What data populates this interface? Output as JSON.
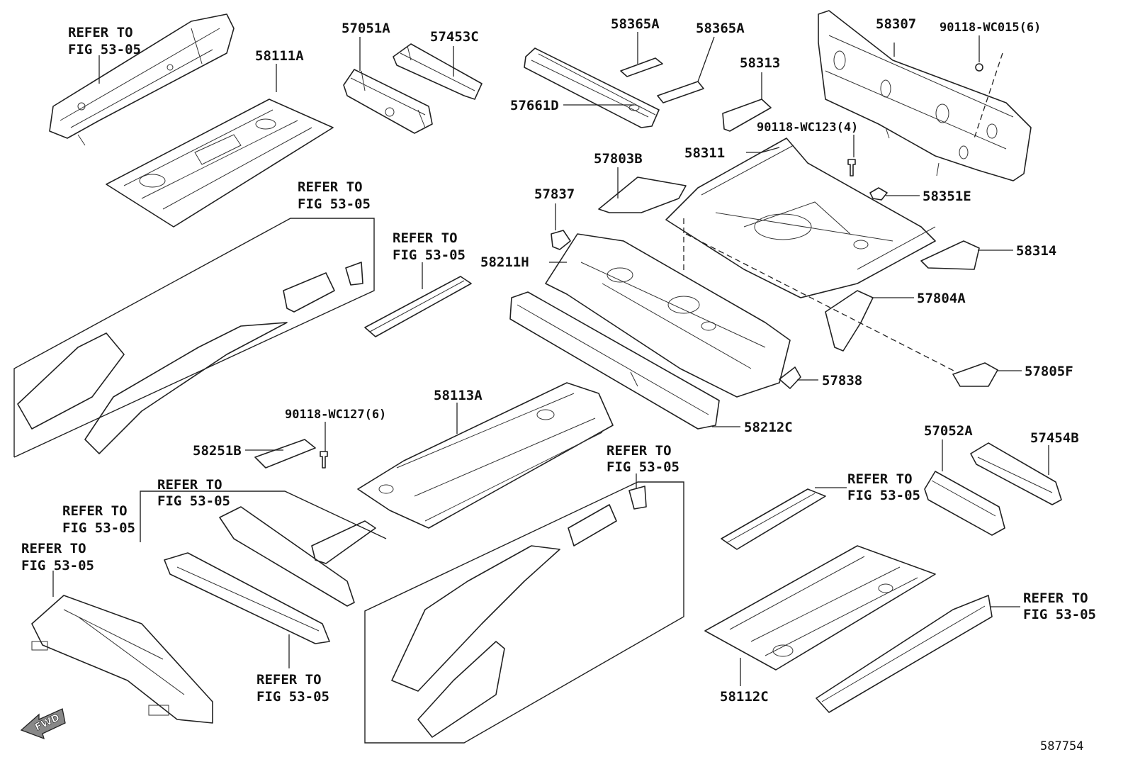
{
  "diagram_number": "587754",
  "fwd_label": "FWD",
  "labels": {
    "refer_fig": "REFER TO",
    "fig_ref": "FIG 53-05"
  },
  "parts": {
    "p58111A": "58111A",
    "p57051A": "57051A",
    "p57453C": "57453C",
    "p58365A_1": "58365A",
    "p58365A_2": "58365A",
    "p57661D": "57661D",
    "p58313": "58313",
    "p58307": "58307",
    "p90118_WC015": "90118-WC015(6)",
    "p90118_WC123": "90118-WC123(4)",
    "p58311": "58311",
    "p57803B": "57803B",
    "p57837": "57837",
    "p58351E": "58351E",
    "p58314": "58314",
    "p58211H": "58211H",
    "p57804A": "57804A",
    "p57838": "57838",
    "p57805F": "57805F",
    "p58212C": "58212C",
    "p58113A": "58113A",
    "p90118_WC127": "90118-WC127(6)",
    "p58251B": "58251B",
    "p57052A": "57052A",
    "p57454B": "57454B",
    "p58112C": "58112C"
  }
}
